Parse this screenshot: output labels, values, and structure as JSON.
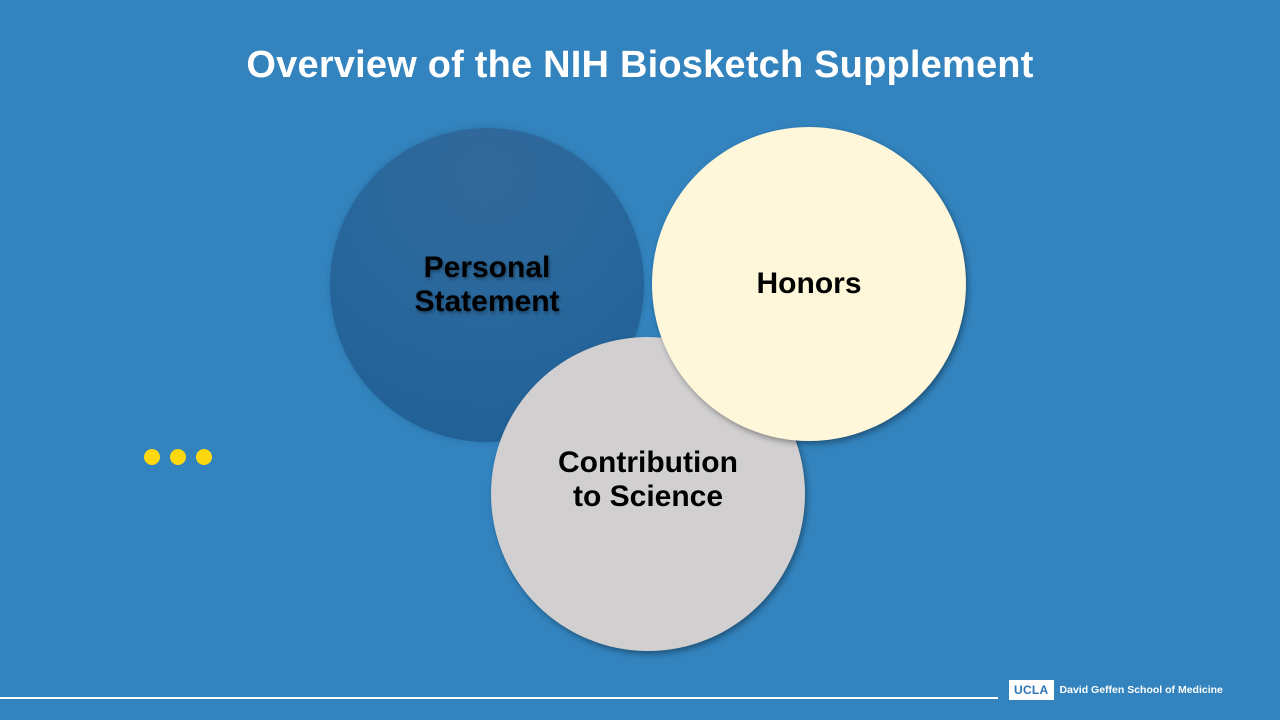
{
  "slide": {
    "title": "Overview of the NIH Biosketch Supplement",
    "background_color": "#3283be"
  },
  "diagram": {
    "type": "overlapping-circles",
    "circles": [
      {
        "label": "Personal Statement",
        "color": "#28679c"
      },
      {
        "label": "Honors",
        "color": "#fff7d9"
      },
      {
        "label": "Contribution to Science",
        "color": "#d1cfd0"
      }
    ]
  },
  "ellipsis": {
    "icon": "ellipsis-dots-icon",
    "color": "#fed80e",
    "count": 3
  },
  "footer": {
    "logo_mark": "UCLA",
    "logo_text": "David Geffen School of Medicine"
  }
}
